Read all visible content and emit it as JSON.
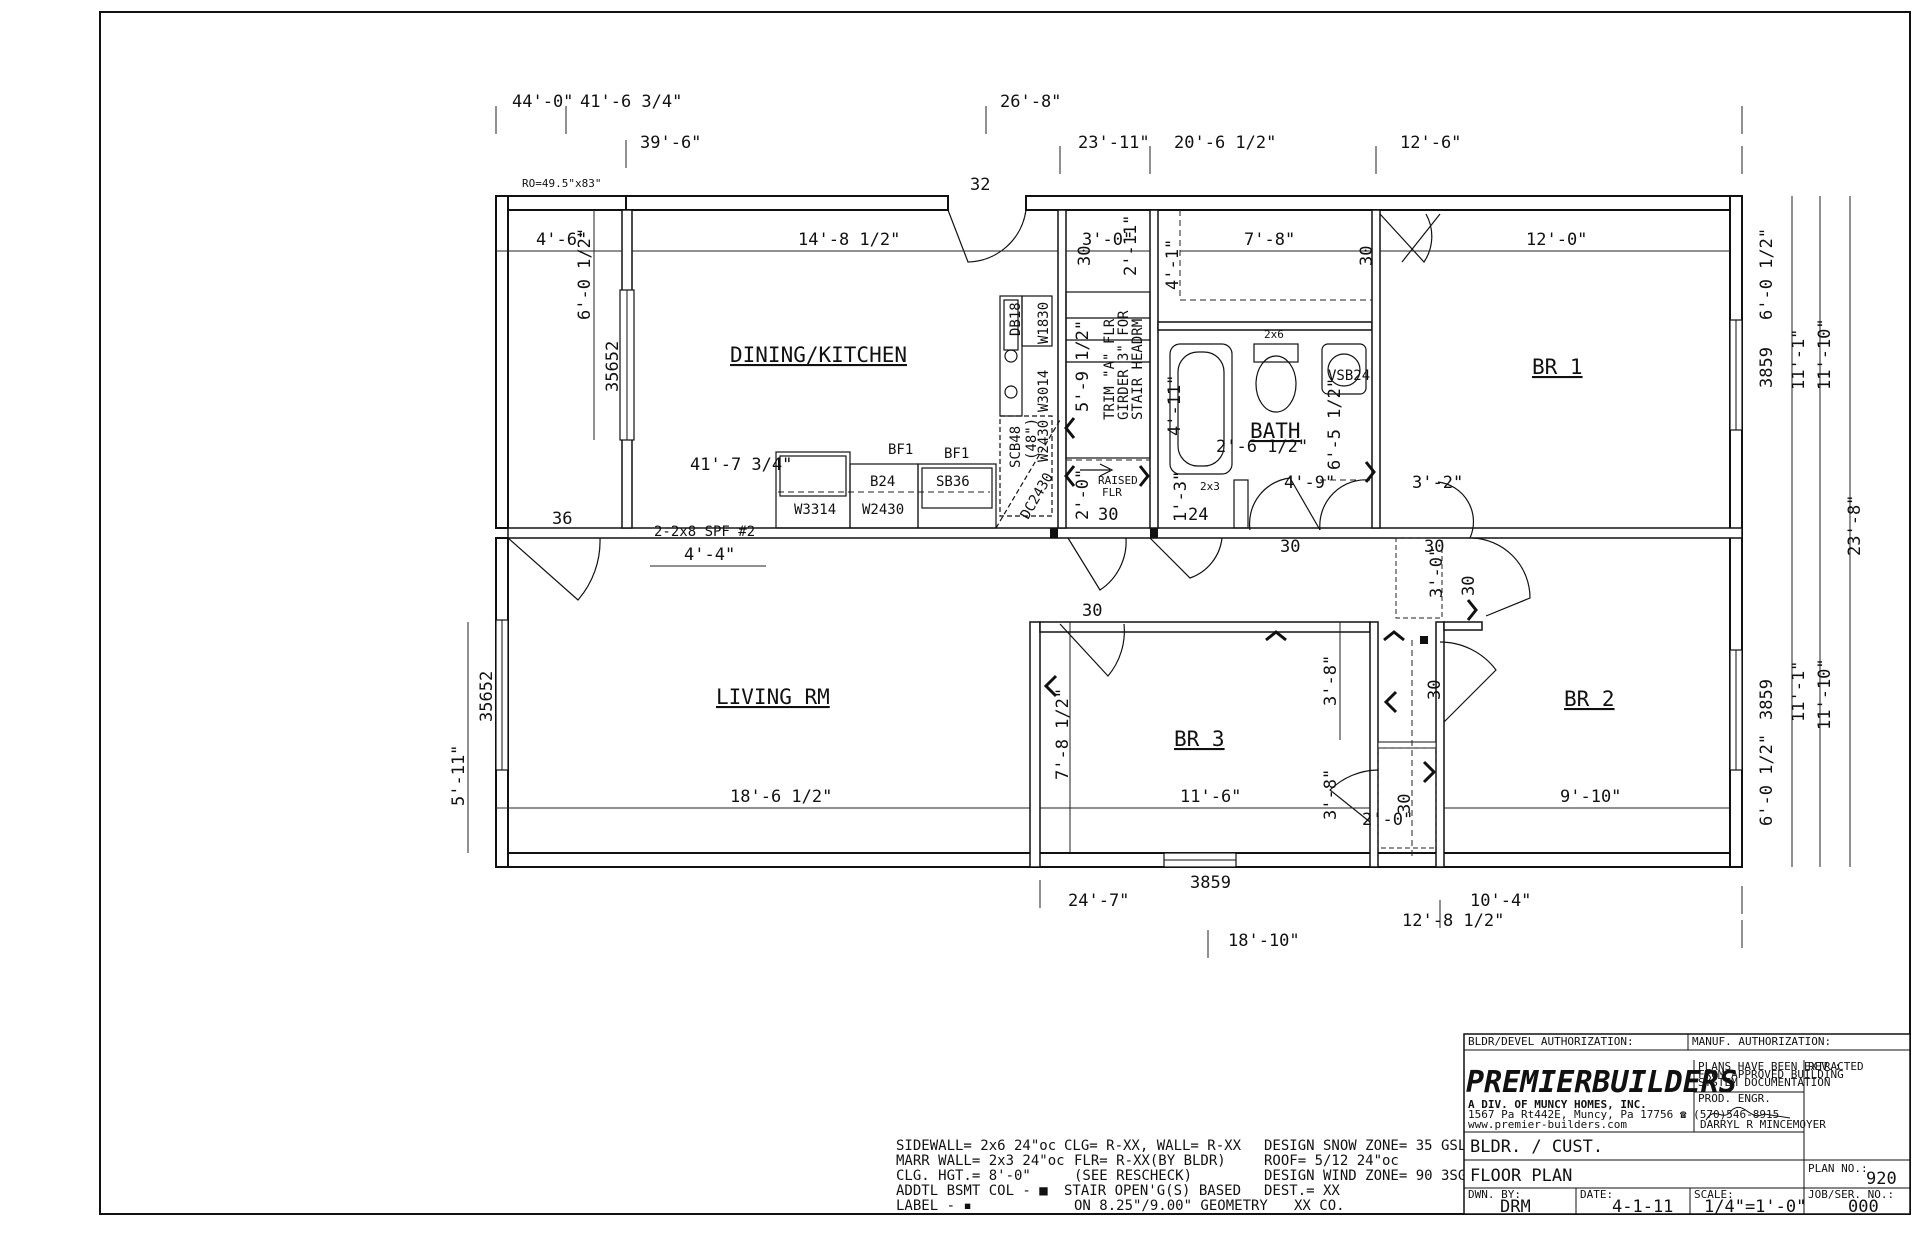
{
  "rooms": {
    "dining_kitchen": "DINING/KITCHEN",
    "living": "LIVING RM",
    "bath": "BATH",
    "br1": "BR 1",
    "br2": "BR 2",
    "br3": "BR 3"
  },
  "top_dims": {
    "d1": "44'-0\"",
    "d2": "41'-6 3/4\"",
    "d3": "39'-6\"",
    "d4": "26'-8\"",
    "d5": "23'-11\"",
    "d6": "20'-6 1/2\"",
    "d7": "12'-6\"",
    "door32": "32",
    "ro": "RO=49.5\"x83\""
  },
  "inner_dims": {
    "a": "4'-6\"",
    "b": "14'-8 1/2\"",
    "c": "3'-0\"",
    "d": "2'-11\"",
    "e": "7'-8\"",
    "f": "12'-0\"",
    "g": "4'-1\"",
    "h": "6'-0 1/2\"",
    "i": "5'-9 1/2\"",
    "j": "4'-11\"",
    "k": "2'-6 1/2\"",
    "l": "6'-5 1/2\"",
    "m": "41'-7 3/4\"",
    "n": "4'-4\"",
    "o": "2'-0\"",
    "p": "1'-3\"",
    "q": "4'-9\"",
    "r": "3'-2\"",
    "s": "3'-0\"",
    "t": "7'-8 1/2\"",
    "u": "3'-8\"",
    "v": "3'-8\"",
    "w": "2'-0\"",
    "x": "18'-6 1/2\"",
    "y": "11'-6\"",
    "z": "9'-10\"",
    "aa": "5'-11\""
  },
  "right_dims": {
    "r1": "6'-0 1/2\"",
    "r2": "3859",
    "r3": "11'-1\"",
    "r4": "11'-10\"",
    "r5": "23'-8\"",
    "r6": "3859",
    "r7": "11'-1\"",
    "r8": "11'-10\"",
    "r9": "6'-0 1/2\""
  },
  "bottom_dims": {
    "b1": "3859",
    "b2": "24'-7\"",
    "b3": "10'-4\"",
    "b4": "12'-8 1/2\"",
    "b5": "18'-10\""
  },
  "labels": {
    "window_35652_a": "35652",
    "window_35652_b": "35652",
    "door36": "36",
    "door30_a": "30",
    "door30_b": "30",
    "door30_c": "30",
    "door30_d": "30",
    "door30_e": "30",
    "door30_f": "30",
    "door30_g": "30",
    "door30_h": "30",
    "door30_i": "30",
    "door30_j": "30",
    "door30_k": "30",
    "door24": "24",
    "beam": "2-2x8 SPF #2",
    "db18": "DB18",
    "w1830": "W1830",
    "w3014_v": "W3014",
    "scb48": "SCB48",
    "scb48_sub": "(48\")",
    "w2430_v": "W2430",
    "dc2430": "DC2430",
    "bf1_a": "BF1",
    "bf1_b": "BF1",
    "b24": "B24",
    "sb36": "SB36",
    "w3314": "W3314",
    "w2430": "W2430",
    "trim_1": "TRIM \"A\" FLR",
    "trim_2": "GIRDER 3\" FOR",
    "trim_3": "STAIR HEADRM",
    "raised_1": "RAISED",
    "raised_2": "FLR",
    "twox6": "2x6",
    "twox3": "2x3",
    "vsb24": "VSB24"
  },
  "notes": {
    "c1": [
      "SIDEWALL=  2x6 24\"oc",
      "MARR WALL= 2x3 24\"oc",
      "CLG. HGT.=  8'-0\"",
      "ADDTL BSMT COL - ■",
      "LABEL - ▪"
    ],
    "c2": [
      "CLG= R-XX, WALL= R-XX",
      "FLR= R-XX(BY BLDR)",
      "(SEE RESCHECK)",
      "STAIR OPEN'G(S) BASED",
      "ON 8.25\"/9.00\" GEOMETRY"
    ],
    "c3": [
      "DESIGN SNOW ZONE= 35 GSL",
      "ROOF= 5/12 24\"oc",
      "DESIGN WIND ZONE= 90 3SG",
      "DEST.= XX",
      "XX CO."
    ]
  },
  "title_block": {
    "bldr_auth": "BLDR/DEVEL AUTHORIZATION:",
    "manuf_auth": "MANUF. AUTHORIZATION:",
    "brand": "PREMIERBUILDERS",
    "division": "A DIV. OF MUNCY HOMES, INC.",
    "address": "1567 Pa Rt442E, Muncy, Pa 17756  ☎ (570)546-8915",
    "web": "www.premier-builders.com",
    "plans_note_1": "PLANS HAVE BEEN EXTRACTED",
    "plans_note_2": "FROM APPROVED BUILDING",
    "plans_note_3": "SYSTEM DOCUMENTATION",
    "prod_engr": "PROD. ENGR.",
    "engineer": "DARRYL R MINCEMOYER",
    "rev_label": "REV.:",
    "bldr_cust": "BLDR. / CUST.",
    "sheet_title": "FLOOR PLAN",
    "plan_no_label": "PLAN NO.:",
    "plan_no": "920",
    "dwn_by_label": "DWN. BY:",
    "dwn_by": "DRM",
    "date_label": "DATE:",
    "date": "4-1-11",
    "scale_label": "SCALE:",
    "scale": "1/4\"=1'-0\"",
    "job_label": "JOB/SER. NO.:",
    "job": "000"
  }
}
